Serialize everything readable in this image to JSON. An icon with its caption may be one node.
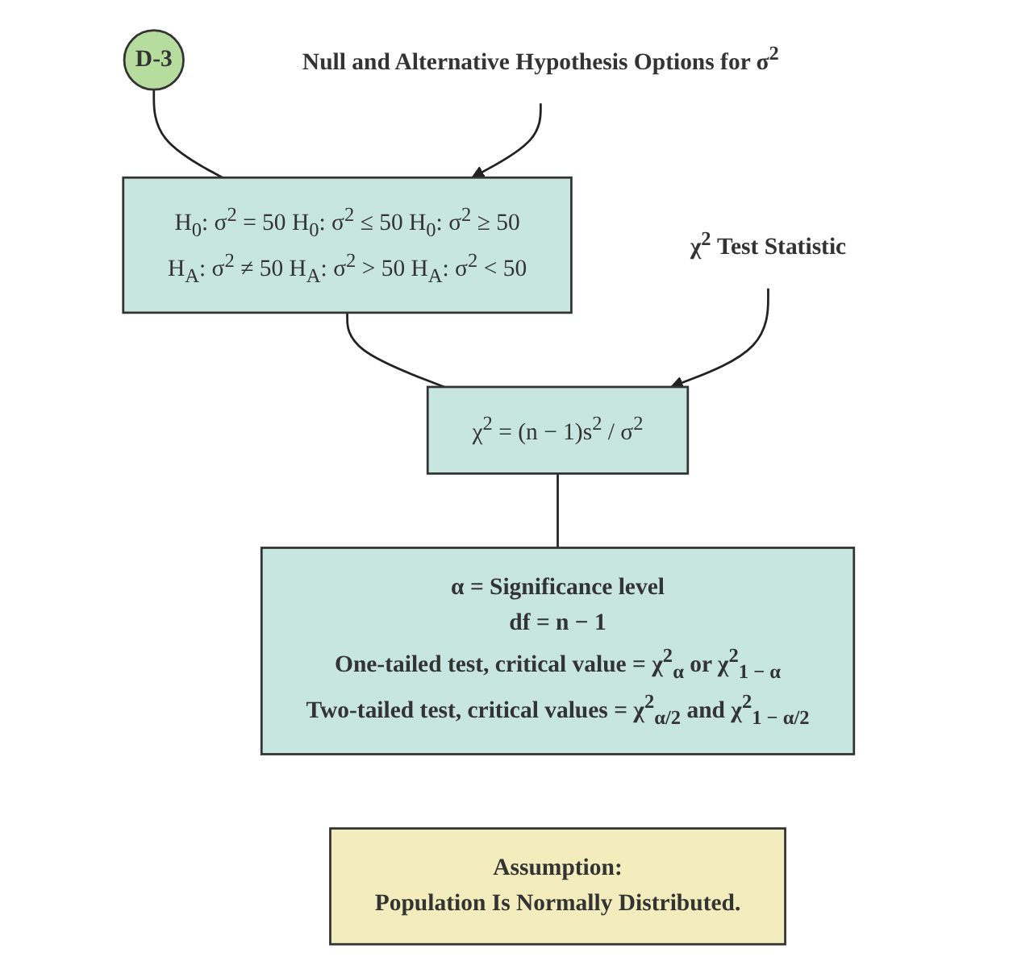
{
  "diagram": {
    "nodes": [
      {
        "text": [
          "D-3"
        ]
      },
      {
        "text": [
          "H$_{0}$: σ$^{2}$ = 50 H$_{0}$: σ$^{2}$ ≤ 50 H$_{0}$: σ$^{2}$ ≥ 50",
          "H$_{A}$: σ$^{2}$ ≠ 50 H$_{A}$: σ$^{2}$ > 50 H$_{A}$: σ$^{2}$ < 50"
        ]
      },
      {
        "text": [
          "χ$^{2}$ = (n − 1)s$^{2}$ / σ$^{2}$"
        ]
      },
      {
        "text": [
          "α = Significance level",
          "df = n − 1",
          "One-tailed test, critical value = χ$^{2}$$_{α}$ or χ$^{2}$$_{1 − α}$",
          "Two-tailed test, critical values = χ$^{2}$$_{α/2}$ and χ$^{2}$$_{1 − α/2}$"
        ]
      },
      {
        "text": [
          "Assumption:",
          "Population Is Normally Distributed."
        ]
      },
      {
        "text": [
          "Null and Alternative Hypothesis Options for σ$^{2}$"
        ]
      },
      {
        "text": [
          "χ$^{2}$ Test Statistic"
        ]
      }
    ],
    "edges": [
      {
        "from": 0,
        "to": 1,
        "arrow": "none"
      },
      {
        "from": 1,
        "to": 2,
        "arrow": "none"
      },
      {
        "from": 2,
        "to": 3,
        "arrow": "none"
      },
      {
        "from": 5,
        "to": 1,
        "arrow": "to"
      },
      {
        "from": 6,
        "to": 2,
        "arrow": "to"
      }
    ]
  }
}
